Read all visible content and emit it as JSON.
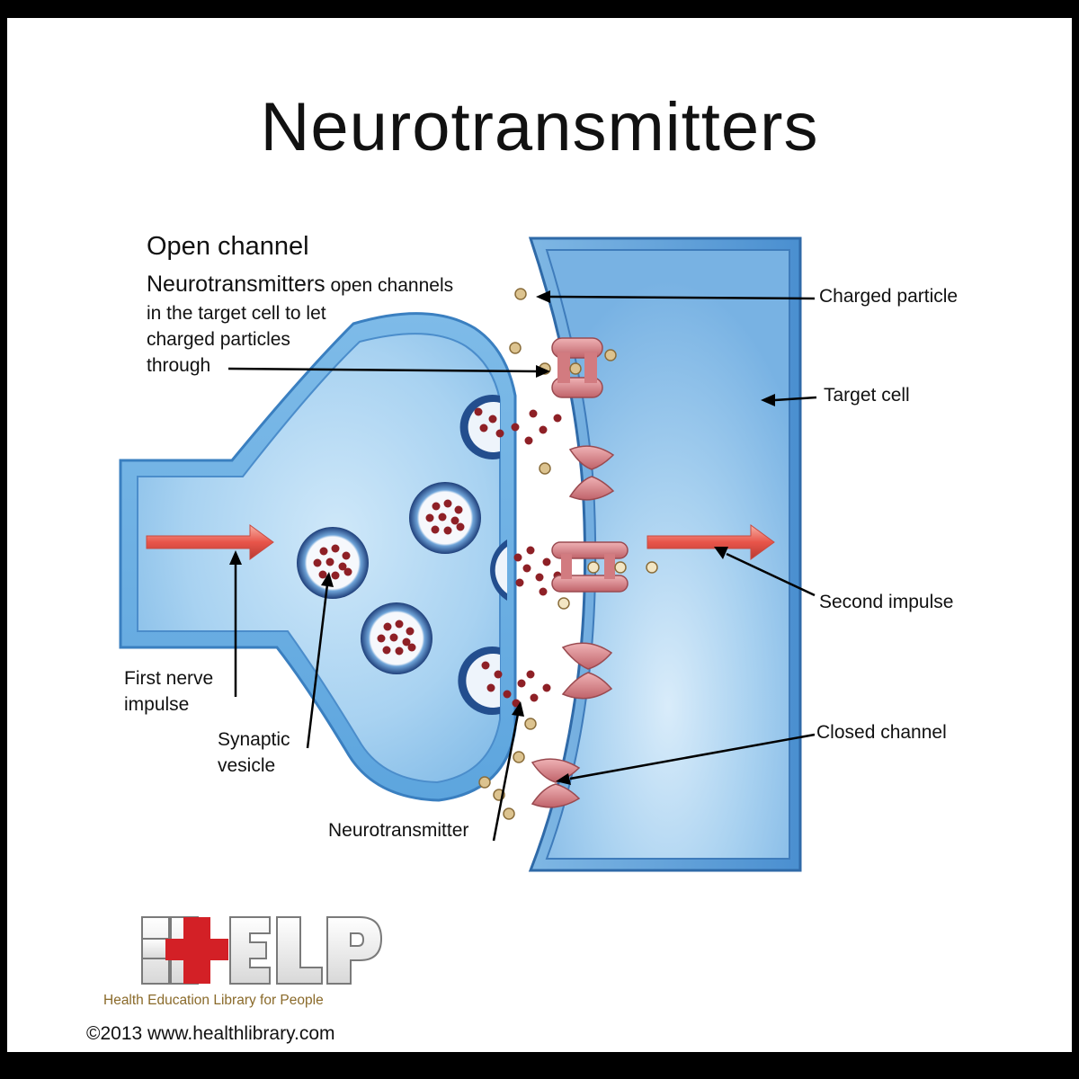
{
  "title": "Neurotransmitters",
  "open_channel": {
    "heading": "Open channel",
    "desc_emphasis": "Neurotransmitters",
    "desc_line1_rest": " open channels",
    "desc_line2": "in the target cell to let",
    "desc_line3": "charged particles",
    "desc_line4": "through"
  },
  "labels": {
    "charged_particle": "Charged particle",
    "target_cell": "Target cell",
    "second_impulse": "Second impulse",
    "closed_channel": "Closed channel",
    "first_nerve_impulse_1": "First nerve",
    "first_nerve_impulse_2": "impulse",
    "synaptic_vesicle_1": "Synaptic",
    "synaptic_vesicle_2": "vesicle",
    "neurotransmitter": "Neurotransmitter"
  },
  "logo": {
    "word": "HELP",
    "tagline": "Health Education Library for People"
  },
  "copyright": "©2013 www.healthlibrary.com",
  "colors": {
    "membrane": "#5a9ed6",
    "cell_fill": "#a9d4f2",
    "vesicle_ring": "#2a4f8c",
    "neurotransmitter": "#8e2026",
    "charged_particle": "#d9c08c",
    "channel": "#d27b80",
    "impulse_arrow": "#e8554a",
    "logo_red": "#d32026"
  }
}
